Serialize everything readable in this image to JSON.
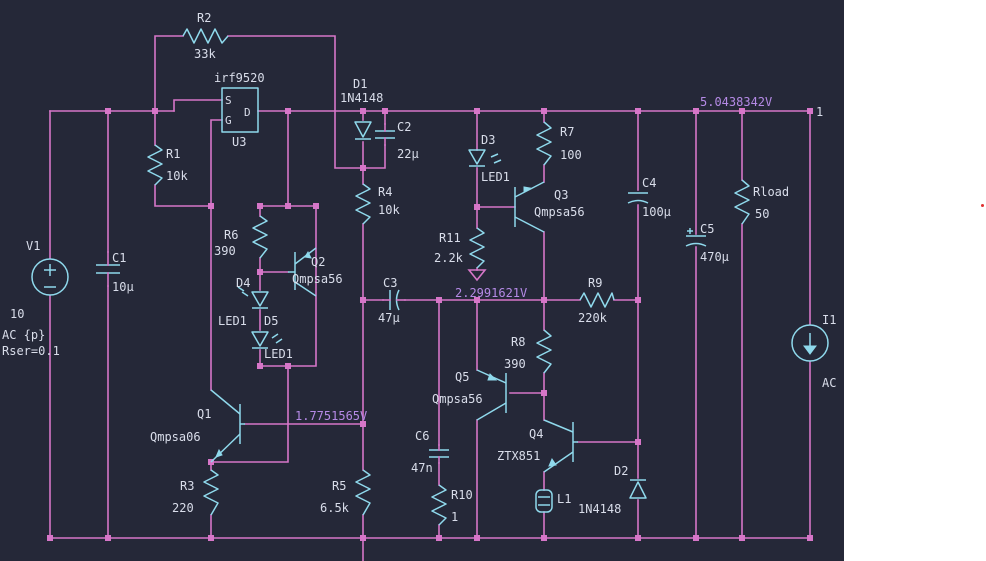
{
  "colors": {
    "background": "#252838",
    "wire": "#d676c8",
    "component": "#8fd9ec",
    "node_voltage": "#b58ae6",
    "text": "#d9ddea"
  },
  "components": {
    "V1": {
      "ref": "V1",
      "value": "10",
      "ac": "AC {p}",
      "rser": "Rser=0.1"
    },
    "C1": {
      "ref": "C1",
      "value": "10µ"
    },
    "R1": {
      "ref": "R1",
      "value": "10k"
    },
    "R2": {
      "ref": "R2",
      "value": "33k"
    },
    "U3": {
      "ref": "U3",
      "model": "irf9520",
      "pin_s": "S",
      "pin_g": "G",
      "pin_d": "D"
    },
    "D1": {
      "ref": "D1",
      "model": "1N4148"
    },
    "C2": {
      "ref": "C2",
      "value": "22µ"
    },
    "R4": {
      "ref": "R4",
      "value": "10k"
    },
    "R6": {
      "ref": "R6",
      "value": "390"
    },
    "Q2": {
      "ref": "Q2",
      "model": "Qmpsa56"
    },
    "D4": {
      "ref": "D4",
      "model": "LED1"
    },
    "D5": {
      "ref": "D5",
      "model": "LED1"
    },
    "Q1": {
      "ref": "Q1",
      "model": "Qmpsa06"
    },
    "R3": {
      "ref": "R3",
      "value": "220"
    },
    "R5": {
      "ref": "R5",
      "value": "6.5k"
    },
    "C3": {
      "ref": "C3",
      "value": "47µ"
    },
    "D3": {
      "ref": "D3",
      "model": "LED1"
    },
    "R11": {
      "ref": "R11",
      "value": "2.2k"
    },
    "R7": {
      "ref": "R7",
      "value": "100"
    },
    "Q3": {
      "ref": "Q3",
      "model": "Qmpsa56"
    },
    "R9": {
      "ref": "R9",
      "value": "220k"
    },
    "R8": {
      "ref": "R8",
      "value": "390"
    },
    "Q5": {
      "ref": "Q5",
      "model": "Qmpsa56"
    },
    "C6": {
      "ref": "C6",
      "value": "47n"
    },
    "R10": {
      "ref": "R10",
      "value": "1"
    },
    "Q4": {
      "ref": "Q4",
      "model": "ZTX851"
    },
    "L1": {
      "ref": "L1"
    },
    "D2": {
      "ref": "D2",
      "model": "1N4148"
    },
    "C4": {
      "ref": "C4",
      "value": "100µ"
    },
    "C5": {
      "ref": "C5",
      "value": "470µ"
    },
    "Rload": {
      "ref": "Rload",
      "value": "50"
    },
    "I1": {
      "ref": "I1",
      "value": "AC"
    }
  },
  "node_voltages": {
    "output": "5.0438342V",
    "mid": "2.2991621V",
    "base": "1.7751565V"
  },
  "ports": {
    "output": "1"
  }
}
